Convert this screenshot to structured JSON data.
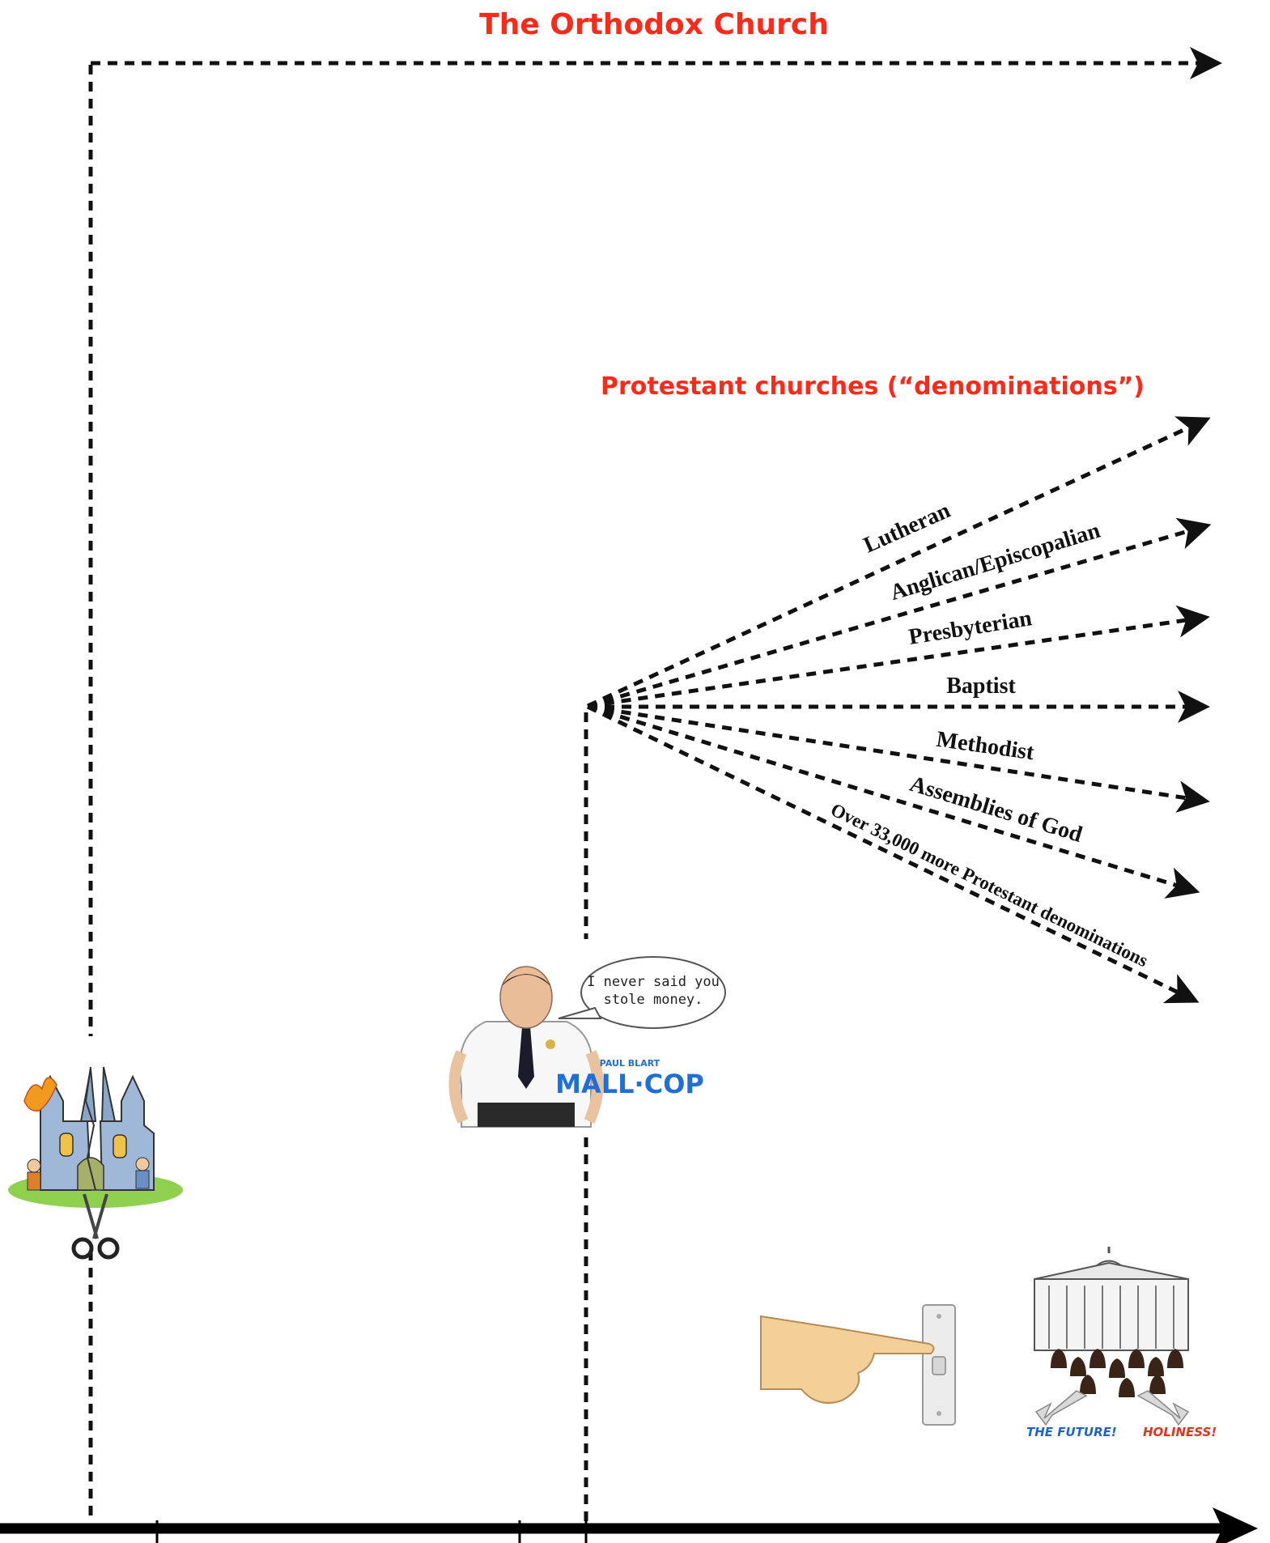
{
  "headings": {
    "orthodox": "The Orthodox Church",
    "protestant": "Protestant churches (“denominations”)"
  },
  "branches": [
    "Lutheran",
    "Anglican/Episcopalian",
    "Presbyterian",
    "Baptist",
    "Methodist",
    "Assemblies of God",
    "Over 33,000 more Protestant denominations"
  ],
  "illustrations": {
    "split_church": "split-church-with-scissors",
    "mall_cop": {
      "speech": [
        "I never said you",
        "stole money."
      ],
      "logo_small": "PAUL BLART",
      "logo_main": "MALL·COP"
    },
    "light_switch": "hand-flipping-light-switch",
    "vatican": {
      "caption_left": "THE FUTURE!",
      "caption_right": "HOLINESS!"
    }
  },
  "colors": {
    "heading": "#ff2a1a",
    "lines": "#111111",
    "logo_blue": "#1f6fd6",
    "future_blue": "#1e63c9",
    "holiness_red": "#e2331d"
  }
}
